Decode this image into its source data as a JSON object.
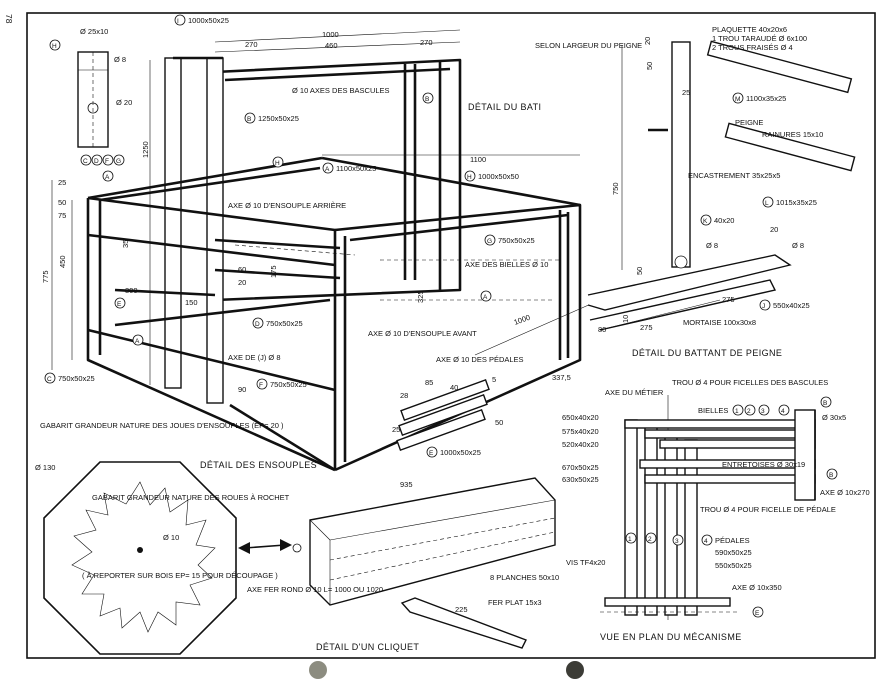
{
  "page": {
    "number": "78"
  },
  "sections": {
    "bati": "DÉTAIL DU BATI",
    "battant": "DÉTAIL DU BATTANT DE PEIGNE",
    "ensouples": "DÉTAIL DES ENSOUPLES",
    "cliquet": "DÉTAIL D'UN CLIQUET",
    "mecanisme": "VUE EN PLAN DU MÉCANISME"
  },
  "bati": {
    "dims": {
      "d1000": "1000",
      "d270a": "270",
      "d460": "460",
      "d270b": "270",
      "d1250": "1250",
      "d1100": "1100",
      "d775": "775",
      "d450": "450",
      "d25": "25",
      "d50": "50",
      "d75": "75",
      "d35": "35",
      "d300": "300",
      "d150": "150",
      "d175": "175",
      "d90": "90",
      "d20": "20",
      "d60": "60",
      "d325": "325",
      "d1000b": "1000",
      "d337": "337,5",
      "d5": "5",
      "d28": "28",
      "d85": "85",
      "d25b": "25",
      "d50b": "50",
      "d40": "40"
    },
    "labels": {
      "I": "1000x50x25",
      "B": "1250x50x25",
      "axes_bascules": "Ø 10 AXES DES BASCULES",
      "A": "1100x50x25",
      "Hdim": "1000x50x50",
      "axe_arriere": "AXE Ø 10 D'ENSOUPLE ARRIÈRE",
      "G": "750x50x25",
      "axe_bielles": "AXE DES BIELLES Ø 10",
      "D": "750x50x25",
      "axe_avant": "AXE Ø 10 D'ENSOUPLE AVANT",
      "axe_j": "AXE DE (J) Ø 8",
      "axe_pedales": "AXE Ø 10 DES PÉDALES",
      "F": "750x50x25",
      "C": "750x50x25",
      "E": "1000x50x25"
    }
  },
  "hpiece": {
    "d25x10": "Ø 25x10",
    "d8": "Ø 8",
    "d20": "Ø 20",
    "letters": [
      "C",
      "D",
      "F",
      "G"
    ]
  },
  "battant": {
    "selon": "SELON LARGEUR DU PEIGNE",
    "plaquette": "PLAQUETTE 40x20x6",
    "trou": "1 TROU TARAUDÉ Ø 6x100",
    "fraises": "2 TROUS FRAISÉS Ø 4",
    "M": "1100x35x25",
    "peigne": "PEIGNE",
    "rainures": "RAINURES 15x10",
    "encastrement": "ENCASTREMENT 35x25x5",
    "L": "1015x35x25",
    "K": "40x20",
    "J": "550x40x25",
    "mortaise": "MORTAISE 100x30x8",
    "dims": {
      "d20": "20",
      "d50": "50",
      "d25": "25",
      "d750": "750",
      "d50b": "50",
      "d20b": "20",
      "d8a": "Ø 8",
      "d8b": "Ø 8",
      "d275a": "275",
      "d275b": "275",
      "d80": "80",
      "d10": "10"
    }
  },
  "ensouples": {
    "gabarit_joues": "GABARIT GRANDEUR NATURE DES JOUES D'ENSOUPLES (EP= 20 )",
    "gabarit_roues": "GABARIT GRANDEUR NATURE DES ROUES À ROCHET",
    "d130": "Ø 130",
    "d10": "Ø 10",
    "reporter": "( À REPORTER SUR BOIS EP= 15 POUR DÉCOUPAGE )",
    "d935": "935",
    "axe_fer": "AXE FER ROND Ø 10 L= 1000 OU 1020",
    "planches": "8 PLANCHES 50x10",
    "vis": "VIS TF4x20",
    "fer_plat": "FER PLAT 15x3",
    "d225": "225"
  },
  "mecanisme": {
    "axe_metier": "AXE DU MÉTIER",
    "trou_bascules": "TROU Ø 4 POUR FICELLES DES BASCULES",
    "bielles": "BIELLES",
    "B_dim": "Ø 30x5",
    "rows": [
      "650x40x20",
      "575x40x20",
      "520x40x20",
      "670x50x25",
      "630x50x25"
    ],
    "entretoises": "ENTRETOISES Ø 30x19",
    "axe_dim": "AXE Ø 10x270",
    "trou_pedale": "TROU Ø 4 POUR FICELLE DE PÉDALE",
    "pedales": "PÉDALES",
    "ped1": "590x50x25",
    "ped2": "550x50x25",
    "axe_350": "AXE Ø 10x350",
    "nums": [
      "1",
      "2",
      "3",
      "4"
    ],
    "letterB": "B",
    "letterE": "E"
  }
}
